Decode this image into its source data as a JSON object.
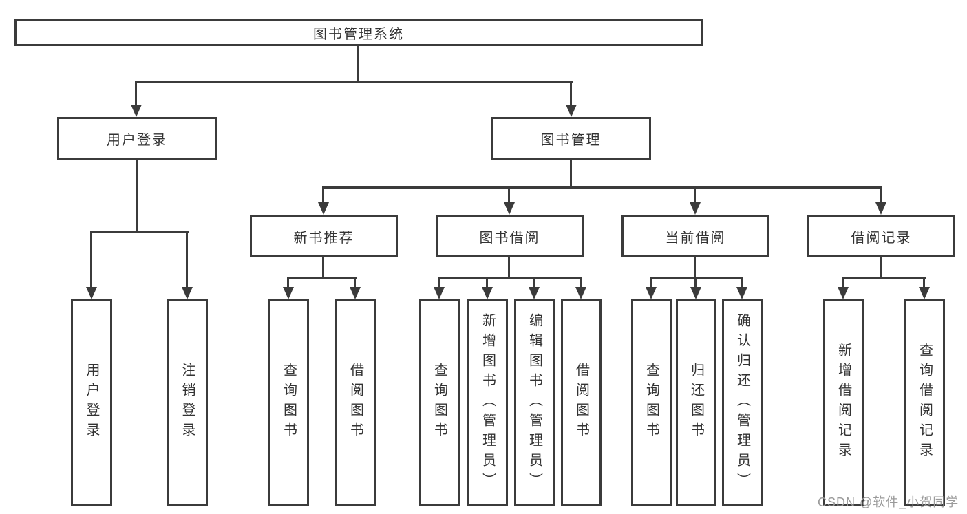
{
  "root": {
    "label": "图书管理系统"
  },
  "user_branch": {
    "label": "用户登录",
    "children": [
      {
        "label": "用户登录"
      },
      {
        "label": "注销登录"
      }
    ]
  },
  "management_branch": {
    "label": "图书管理",
    "sections": [
      {
        "label": "新书推荐",
        "children": [
          {
            "label": "查询图书"
          },
          {
            "label": "借阅图书"
          }
        ]
      },
      {
        "label": "图书借阅",
        "children": [
          {
            "label": "查询图书"
          },
          {
            "label": "新增图书（管理员）"
          },
          {
            "label": "编辑图书（管理员）"
          },
          {
            "label": "借阅图书"
          }
        ]
      },
      {
        "label": "当前借阅",
        "children": [
          {
            "label": "查询图书"
          },
          {
            "label": "归还图书"
          },
          {
            "label": "确认归还（管理员）"
          }
        ]
      },
      {
        "label": "借阅记录",
        "children": [
          {
            "label": "新增借阅记录"
          },
          {
            "label": "查询借阅记录"
          }
        ]
      }
    ]
  },
  "watermark": {
    "text": "CSDN @软件_小贺同学"
  },
  "colors": {
    "line": "#3b3b3b",
    "text": "#333333",
    "watermark": "#9a9a9a",
    "background": "#ffffff"
  }
}
